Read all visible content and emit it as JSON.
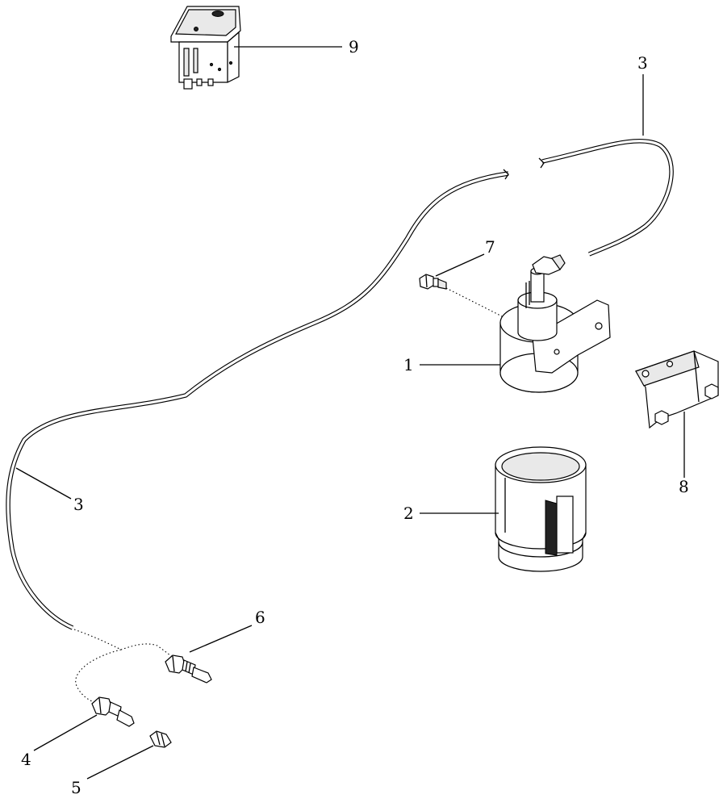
{
  "callouts": {
    "c1": "1",
    "c2": "2",
    "c3_top": "3",
    "c3_left": "3",
    "c4": "4",
    "c5": "5",
    "c6": "6",
    "c7": "7",
    "c8": "8",
    "c9": "9"
  },
  "parts": [
    "rocker-switch",
    "solenoid-valve",
    "canister-housing",
    "tube",
    "fitting",
    "plug",
    "fitting",
    "screw",
    "bracket"
  ]
}
